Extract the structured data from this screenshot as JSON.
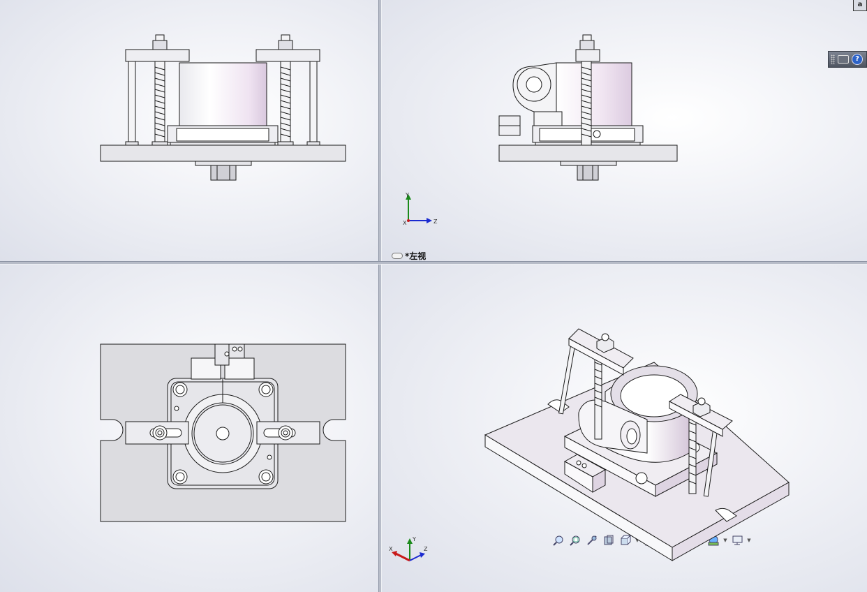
{
  "viewports": {
    "front": {},
    "left": {
      "label": "*左视",
      "triad": {
        "y_label": "Y",
        "z_label": "Z",
        "x_label": "X"
      }
    },
    "top": {},
    "iso": {
      "triad": {
        "y_label": "Y",
        "z_label": "Z",
        "x_label": "X"
      },
      "heads_up_toolbar": [
        {
          "icon": "zoom-to-fit-icon"
        },
        {
          "icon": "zoom-to-area-icon"
        },
        {
          "icon": "previous-view-icon"
        },
        {
          "icon": "section-view-icon"
        },
        {
          "icon": "view-orientation-icon",
          "dropdown": true
        },
        {
          "icon": "display-style-icon",
          "dropdown": true
        },
        {
          "icon": "hide-show-items-icon",
          "dropdown": true
        },
        {
          "icon": "edit-appearance-icon"
        },
        {
          "icon": "apply-scene-icon",
          "dropdown": true
        },
        {
          "icon": "view-settings-icon",
          "dropdown": true
        }
      ]
    }
  },
  "task_pane_tab": {
    "label": "a"
  },
  "colors": {
    "part_fill": "#f4f4f6",
    "plate_fill": "#e6e6ea",
    "edge": "#1a1a1a",
    "cylinder_tint": "#e6d8ea",
    "triad_y": "#1a8a1a",
    "triad_z": "#1a2ad0",
    "triad_x": "#c81a1a"
  }
}
